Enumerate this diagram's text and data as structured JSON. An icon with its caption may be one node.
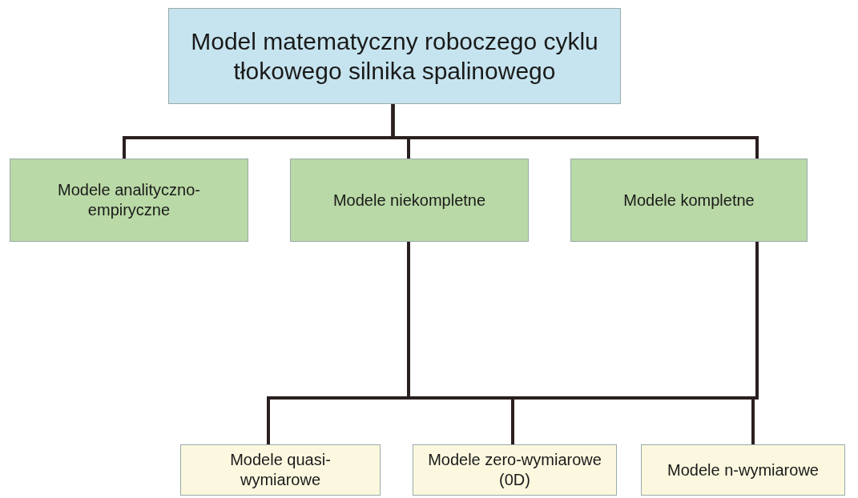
{
  "diagram": {
    "nodes": [
      {
        "text": [
          "Model matematyczny roboczego cyklu tłokowego silnika spalinowego"
        ]
      },
      {
        "text": [
          "Modele analityczno-empiryczne"
        ]
      },
      {
        "text": [
          "Modele niekompletne"
        ]
      },
      {
        "text": [
          "Modele kompletne"
        ]
      },
      {
        "text": [
          "Modele quasi-wymiarowe"
        ]
      },
      {
        "text": [
          "Modele zero-wymiarowe (0D)"
        ]
      },
      {
        "text": [
          "Modele n-wymiarowe"
        ]
      }
    ],
    "edges": [
      {
        "from": 0,
        "to": 1,
        "arrow": "none"
      },
      {
        "from": 0,
        "to": 2,
        "arrow": "none"
      },
      {
        "from": 0,
        "to": 3,
        "arrow": "none"
      },
      {
        "from": 2,
        "to": 4,
        "arrow": "none"
      },
      {
        "from": 2,
        "to": 5,
        "arrow": "none"
      },
      {
        "from": 2,
        "to": 6,
        "arrow": "none"
      },
      {
        "from": 3,
        "to": 4,
        "arrow": "none"
      },
      {
        "from": 3,
        "to": 5,
        "arrow": "none"
      },
      {
        "from": 3,
        "to": 6,
        "arrow": "none"
      }
    ]
  }
}
